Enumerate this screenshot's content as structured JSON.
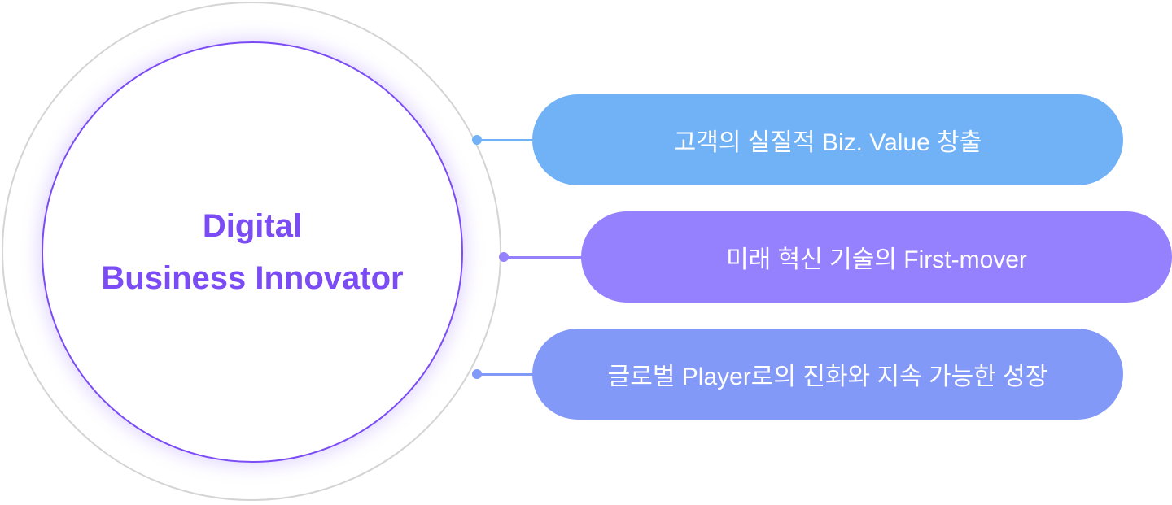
{
  "center": {
    "line1": "Digital",
    "line2": "Business Innovator"
  },
  "items": [
    {
      "label": "고객의 실질적 Biz. Value 창출",
      "color": "#71b1f5"
    },
    {
      "label": "미래 혁신 기술의 First-mover",
      "color": "#9580fe"
    },
    {
      "label": "글로벌 Player로의 진화와 지속 가능한 성장",
      "color": "#8399f8"
    }
  ]
}
